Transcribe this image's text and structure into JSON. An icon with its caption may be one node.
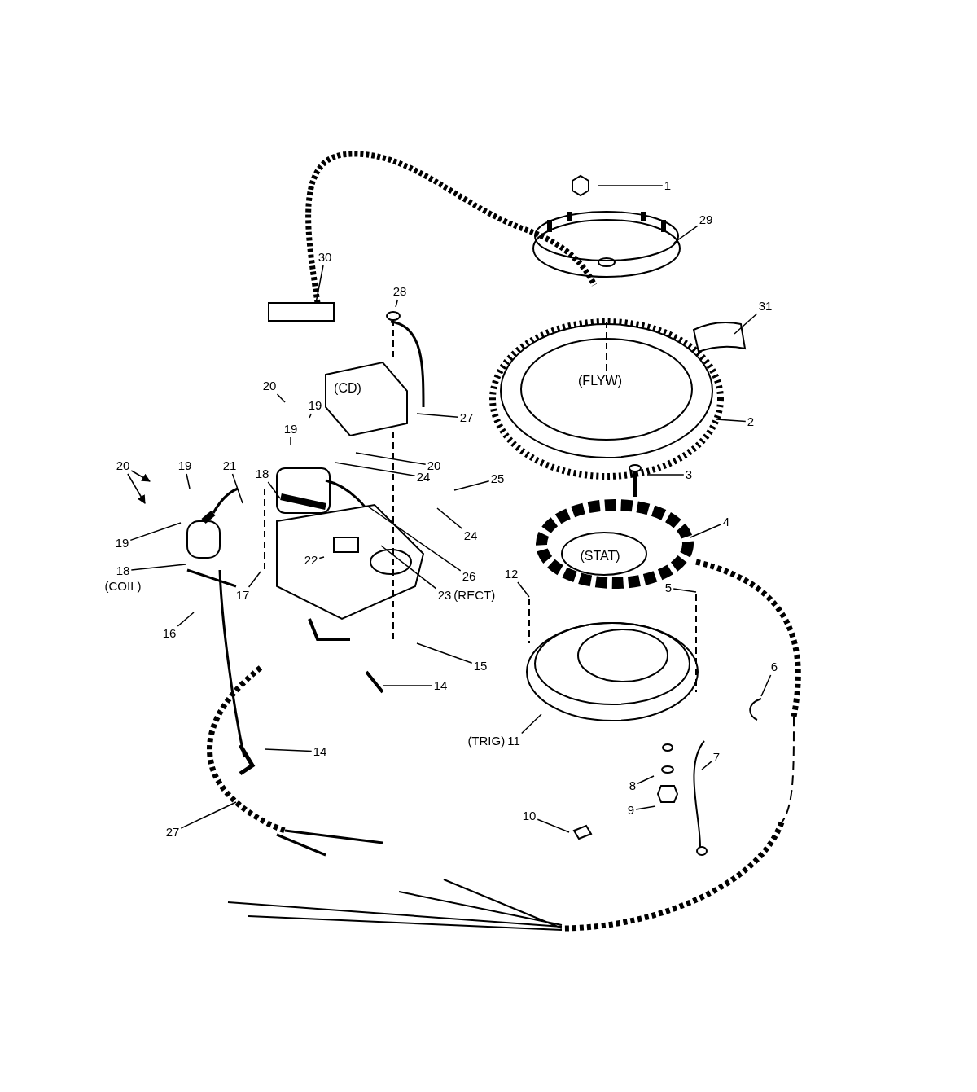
{
  "diagram": {
    "nodes": [
      {
        "text": [
          "1"
        ]
      },
      {
        "text": [
          "29"
        ]
      },
      {
        "text": [
          "30"
        ]
      },
      {
        "text": [
          "28"
        ]
      },
      {
        "text": [
          "31"
        ]
      },
      {
        "text": [
          "20"
        ]
      },
      {
        "text": [
          "19"
        ]
      },
      {
        "text": [
          "27"
        ]
      },
      {
        "text": [
          "2"
        ]
      },
      {
        "text": [
          "19"
        ]
      },
      {
        "text": [
          "20"
        ]
      },
      {
        "text": [
          "21"
        ]
      },
      {
        "text": [
          "20"
        ]
      },
      {
        "text": [
          "19"
        ]
      },
      {
        "text": [
          "18"
        ]
      },
      {
        "text": [
          "3"
        ]
      },
      {
        "text": [
          "24"
        ]
      },
      {
        "text": [
          "25"
        ]
      },
      {
        "text": [
          "4"
        ]
      },
      {
        "text": [
          "24"
        ]
      },
      {
        "text": [
          "19"
        ]
      },
      {
        "text": [
          "22"
        ]
      },
      {
        "text": [
          "18"
        ],
        "beside": [
          "(COIL)"
        ]
      },
      {
        "text": [
          "12"
        ]
      },
      {
        "text": [
          "26"
        ]
      },
      {
        "text": [
          "5"
        ]
      },
      {
        "text": [
          "17"
        ]
      },
      {
        "text": [
          "23"
        ],
        "beside": [
          "(RECT)"
        ]
      },
      {
        "text": [
          "16"
        ]
      },
      {
        "text": [
          "15"
        ]
      },
      {
        "text": [
          "6"
        ]
      },
      {
        "text": [
          "14"
        ]
      },
      {
        "text": [
          "14"
        ]
      },
      {
        "text": [
          "11"
        ],
        "beside": [
          "(TRIG)"
        ]
      },
      {
        "text": [
          "7"
        ]
      },
      {
        "text": [
          "8"
        ]
      },
      {
        "text": [
          "9"
        ]
      },
      {
        "text": [
          "27"
        ]
      },
      {
        "text": [
          "10"
        ]
      }
    ],
    "edges": [
      {
        "from": 0,
        "to": null,
        "arrow": "none"
      },
      {
        "from": 1,
        "to": null,
        "arrow": "none"
      },
      {
        "from": 2,
        "to": null,
        "arrow": "none"
      },
      {
        "from": 3,
        "to": null,
        "arrow": "none"
      },
      {
        "from": 4,
        "to": null,
        "arrow": "none"
      },
      {
        "from": 5,
        "to": null,
        "arrow": "none"
      },
      {
        "from": 6,
        "to": null,
        "arrow": "none"
      },
      {
        "from": 7,
        "to": null,
        "arrow": "none"
      },
      {
        "from": 8,
        "to": null,
        "arrow": "none"
      },
      {
        "from": 9,
        "to": null,
        "arrow": "none"
      },
      {
        "from": 10,
        "to": null,
        "arrow": "none"
      },
      {
        "from": 11,
        "to": null,
        "arrow": "none"
      },
      {
        "from": 12,
        "to": null,
        "arrow": "to"
      },
      {
        "from": 12,
        "to": null,
        "arrow": "to"
      },
      {
        "from": 13,
        "to": null,
        "arrow": "none"
      },
      {
        "from": 14,
        "to": null,
        "arrow": "none"
      },
      {
        "from": 15,
        "to": null,
        "arrow": "none"
      },
      {
        "from": 16,
        "to": null,
        "arrow": "none"
      },
      {
        "from": 17,
        "to": null,
        "arrow": "none"
      },
      {
        "from": 18,
        "to": null,
        "arrow": "none"
      },
      {
        "from": 19,
        "to": null,
        "arrow": "none"
      },
      {
        "from": 20,
        "to": null,
        "arrow": "none"
      },
      {
        "from": 21,
        "to": null,
        "arrow": "none"
      },
      {
        "from": 22,
        "to": null,
        "arrow": "none"
      },
      {
        "from": 23,
        "to": null,
        "arrow": "none"
      },
      {
        "from": 24,
        "to": null,
        "arrow": "none"
      },
      {
        "from": 25,
        "to": null,
        "arrow": "none"
      },
      {
        "from": 26,
        "to": null,
        "arrow": "none"
      },
      {
        "from": 27,
        "to": null,
        "arrow": "none"
      },
      {
        "from": 28,
        "to": null,
        "arrow": "none"
      },
      {
        "from": 29,
        "to": null,
        "arrow": "none"
      },
      {
        "from": 30,
        "to": null,
        "arrow": "none"
      },
      {
        "from": 31,
        "to": null,
        "arrow": "none"
      },
      {
        "from": 32,
        "to": null,
        "arrow": "none"
      },
      {
        "from": 33,
        "to": null,
        "arrow": "none"
      },
      {
        "from": 34,
        "to": null,
        "arrow": "none"
      },
      {
        "from": 35,
        "to": null,
        "arrow": "none"
      },
      {
        "from": 36,
        "to": null,
        "arrow": "none"
      },
      {
        "from": 37,
        "to": null,
        "arrow": "none"
      },
      {
        "from": 38,
        "to": null,
        "arrow": "none"
      }
    ],
    "labels": [
      "(FLYW)",
      "(CD)",
      "(STAT)"
    ]
  }
}
